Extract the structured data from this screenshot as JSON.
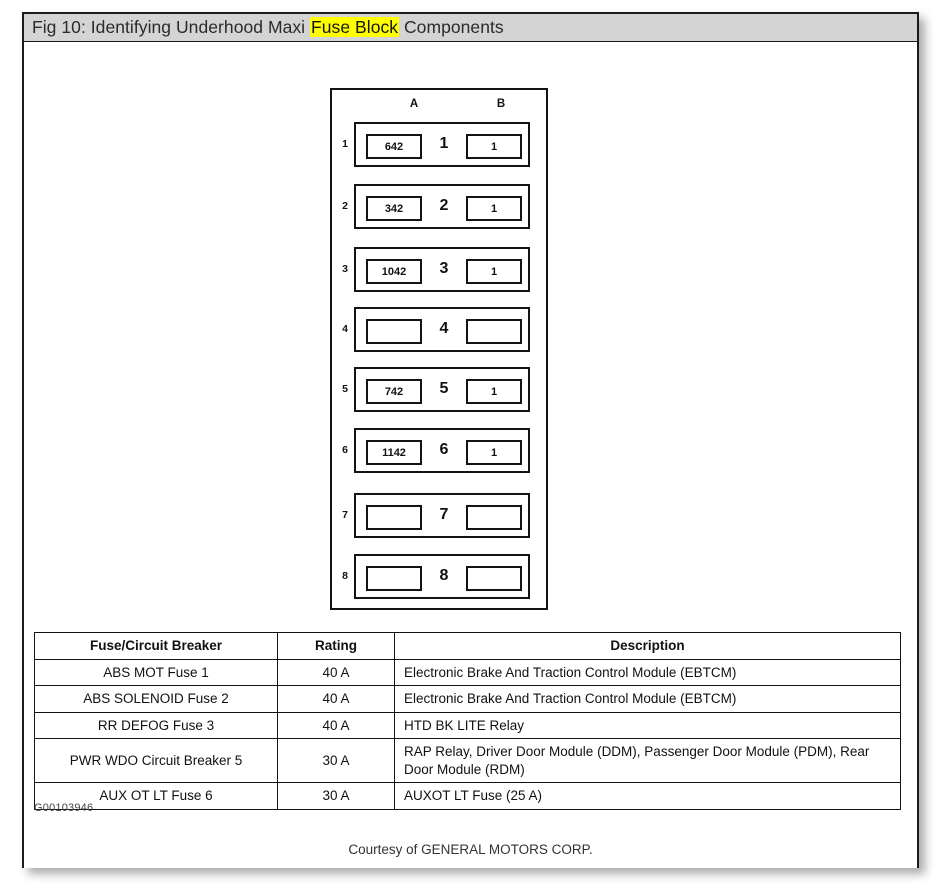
{
  "header": {
    "title_prefix": "Fig 10: Identifying Underhood Maxi ",
    "title_highlight": "Fuse Block",
    "title_suffix": " Components",
    "highlight_color": "#ffff00",
    "band_color": "#d4d4d4"
  },
  "diagram": {
    "name": "underhood-maxi-fuse-block",
    "column_headers": {
      "a": "A",
      "b": "B"
    },
    "rows": [
      {
        "index": "1",
        "a": "642",
        "mid": "1",
        "b": "1"
      },
      {
        "index": "2",
        "a": "342",
        "mid": "2",
        "b": "1"
      },
      {
        "index": "3",
        "a": "1042",
        "mid": "3",
        "b": "1"
      },
      {
        "index": "4",
        "a": "",
        "mid": "4",
        "b": ""
      },
      {
        "index": "5",
        "a": "742",
        "mid": "5",
        "b": "1"
      },
      {
        "index": "6",
        "a": "1142",
        "mid": "6",
        "b": "1"
      },
      {
        "index": "7",
        "a": "",
        "mid": "7",
        "b": ""
      },
      {
        "index": "8",
        "a": "",
        "mid": "8",
        "b": ""
      }
    ]
  },
  "table": {
    "columns": [
      "Fuse/Circuit Breaker",
      "Rating",
      "Description"
    ],
    "rows": [
      {
        "fuse": "ABS MOT Fuse 1",
        "rating": "40 A",
        "description": "Electronic Brake And Traction Control Module (EBTCM)"
      },
      {
        "fuse": "ABS SOLENOID Fuse 2",
        "rating": "40 A",
        "description": "Electronic Brake And Traction Control Module (EBTCM)"
      },
      {
        "fuse": "RR DEFOG Fuse 3",
        "rating": "40 A",
        "description": "HTD BK LITE Relay"
      },
      {
        "fuse": "PWR WDO Circuit Breaker 5",
        "rating": "30 A",
        "description": "RAP Relay, Driver Door Module (DDM), Passenger Door Module (PDM), Rear Door Module (RDM)"
      },
      {
        "fuse": "AUX OT LT Fuse 6",
        "rating": "30 A",
        "description": "AUXOT LT Fuse (25 A)"
      }
    ]
  },
  "footer": {
    "figure_id": "G00103946",
    "courtesy": "Courtesy of GENERAL MOTORS CORP."
  }
}
